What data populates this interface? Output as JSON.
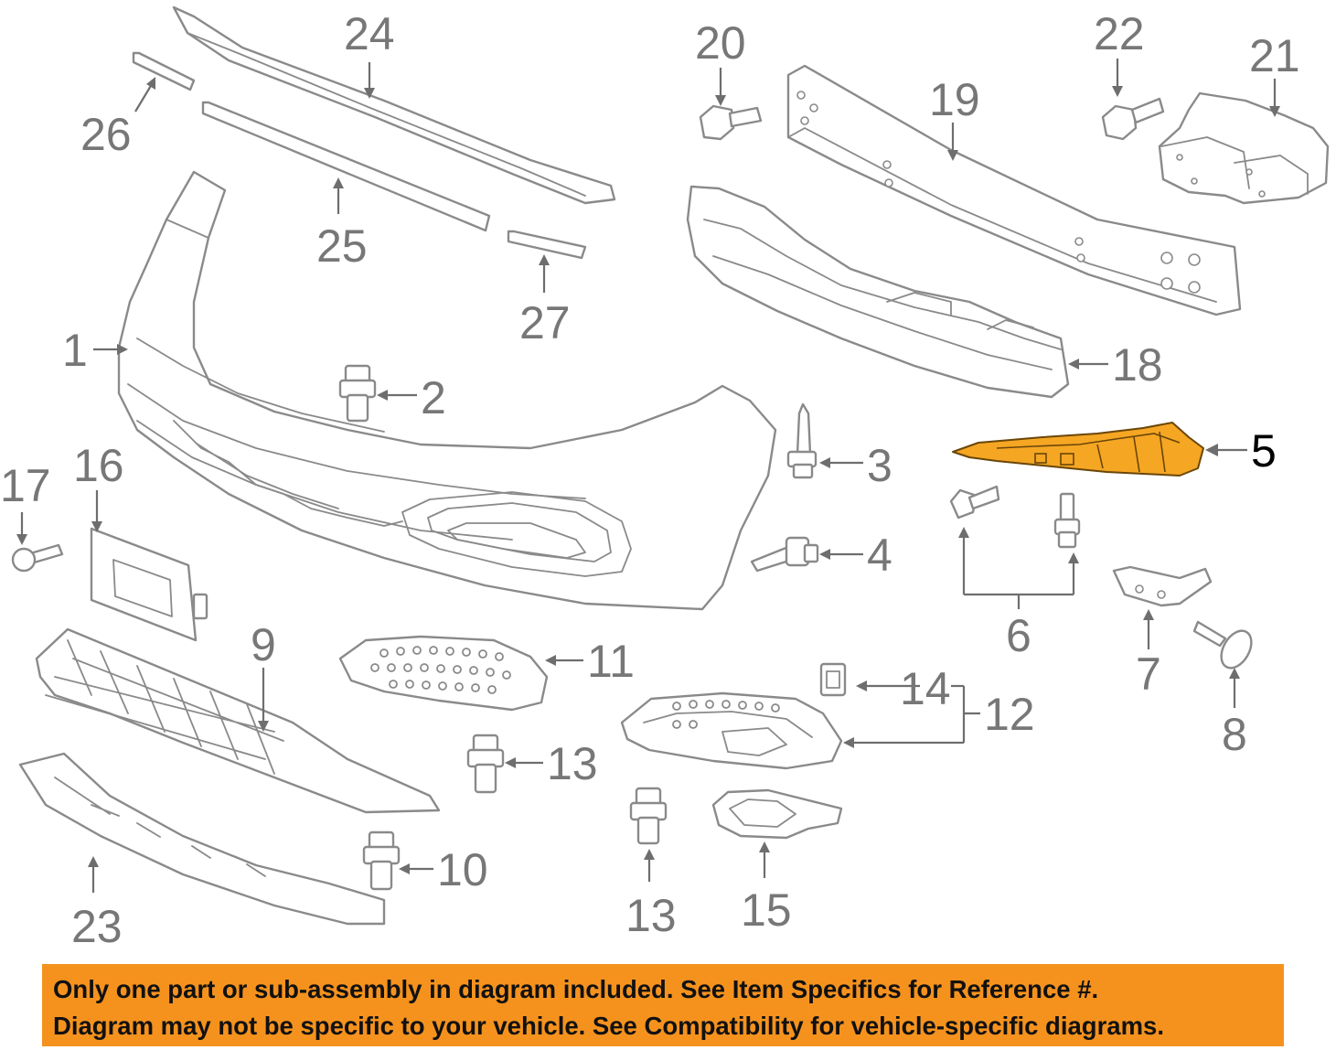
{
  "highlight_color": "#f5a623",
  "notice_color": "#f5921e",
  "callouts": {
    "c1": "1",
    "c2": "2",
    "c3": "3",
    "c4": "4",
    "c5": "5",
    "c6": "6",
    "c7": "7",
    "c8": "8",
    "c9": "9",
    "c10": "10",
    "c11": "11",
    "c12": "12",
    "c13a": "13",
    "c13b": "13",
    "c14": "14",
    "c15": "15",
    "c16": "16",
    "c17": "17",
    "c18": "18",
    "c19": "19",
    "c20": "20",
    "c21": "21",
    "c22": "22",
    "c23": "23",
    "c24": "24",
    "c25": "25",
    "c26": "26",
    "c27": "27"
  },
  "notice": {
    "line1": "Only one part or sub-assembly in diagram included. See Item Specifics for Reference #.",
    "line2": "Diagram may not be specific to your vehicle. See Compatibility for vehicle-specific diagrams."
  }
}
